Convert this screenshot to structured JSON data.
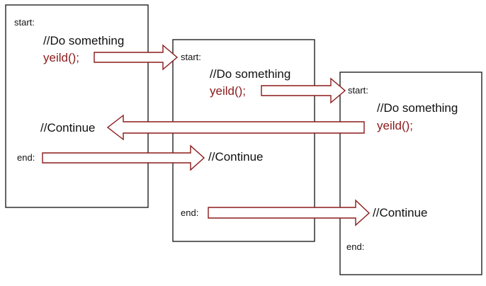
{
  "colors": {
    "accent": "#8b1a1a",
    "line": "#111111",
    "background": "#ffffff"
  },
  "labels": {
    "start": "start:",
    "end": "end:",
    "do_something": "//Do something",
    "yield_call": "yeild();",
    "continue": "//Continue"
  }
}
